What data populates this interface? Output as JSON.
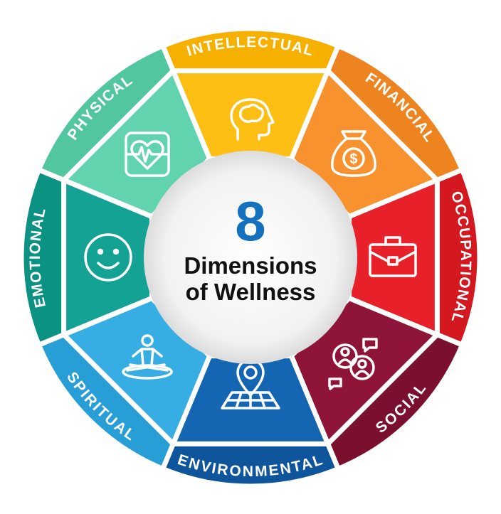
{
  "center": {
    "number": "8",
    "line1": "Dimensions",
    "line2": "of Wellness",
    "number_color": "#1570BE"
  },
  "segments": [
    {
      "key": "intellectual",
      "label": "INTELLECTUAL",
      "icon": "brain-head-icon",
      "color": "#FDBF14",
      "band": "#F5B000"
    },
    {
      "key": "financial",
      "label": "FINANCIAL",
      "icon": "money-bag-icon",
      "color": "#F7922E",
      "band": "#EE8420"
    },
    {
      "key": "occupational",
      "label": "OCCUPATIONAL",
      "icon": "briefcase-icon",
      "color": "#E8202A",
      "band": "#D41820"
    },
    {
      "key": "social",
      "label": "SOCIAL",
      "icon": "people-chat-icon",
      "color": "#8E1538",
      "band": "#7A0F2E"
    },
    {
      "key": "environmental",
      "label": "ENVIRONMENTAL",
      "icon": "map-pin-icon",
      "color": "#1466B2",
      "band": "#0E559C"
    },
    {
      "key": "spiritual",
      "label": "SPIRITUAL",
      "icon": "meditation-icon",
      "color": "#36AEE3",
      "band": "#279FD6"
    },
    {
      "key": "emotional",
      "label": "EMOTIONAL",
      "icon": "smiley-icon",
      "color": "#13A293",
      "band": "#0C9283"
    },
    {
      "key": "physical",
      "label": "PHYSICAL",
      "icon": "heart-monitor-icon",
      "color": "#62D3AF",
      "band": "#52C69F"
    }
  ]
}
